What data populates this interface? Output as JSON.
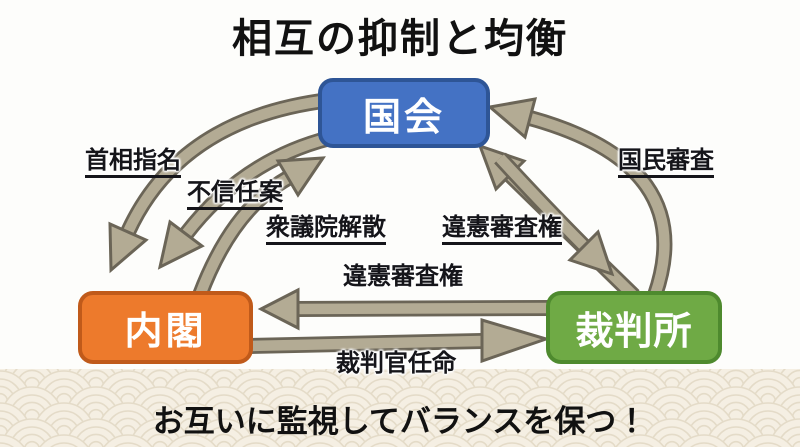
{
  "title": "相互の抑制と均衡",
  "footer": {
    "caption": "お互いに監視してバランスを保つ！"
  },
  "colors": {
    "diet_blue": "#4472C4",
    "diet_border": "#2E5596",
    "cabinet_orange": "#ED7A2C",
    "cabinet_border": "#C05A1A",
    "court_green": "#6FAA45",
    "court_border": "#4E8A2E",
    "arrow_fill": "#B3AB94",
    "arrow_outline": "#6B6557",
    "text_black": "#1A1A1A",
    "wave_bg": "#F5EFE3",
    "wave_line": "#E4DBC8"
  },
  "diagram": {
    "nodes": [
      {
        "id": "diet",
        "label": "国会"
      },
      {
        "id": "cabinet",
        "label": "内閣"
      },
      {
        "id": "court",
        "label": "裁判所"
      }
    ],
    "edges": [
      {
        "from": "diet",
        "to": "cabinet",
        "label": "首相指名"
      },
      {
        "from": "diet",
        "to": "cabinet",
        "label": "不信任案"
      },
      {
        "from": "cabinet",
        "to": "diet",
        "label": "衆議院解散"
      },
      {
        "from": "court",
        "to": "diet",
        "label": "違憲審査権"
      },
      {
        "from": "court",
        "to": "diet",
        "label": "国民審査"
      },
      {
        "from": "diet",
        "to": "court",
        "label": ""
      },
      {
        "from": "court",
        "to": "cabinet",
        "label": "違憲審査権"
      },
      {
        "from": "cabinet",
        "to": "court",
        "label": "裁判官任命"
      }
    ]
  }
}
